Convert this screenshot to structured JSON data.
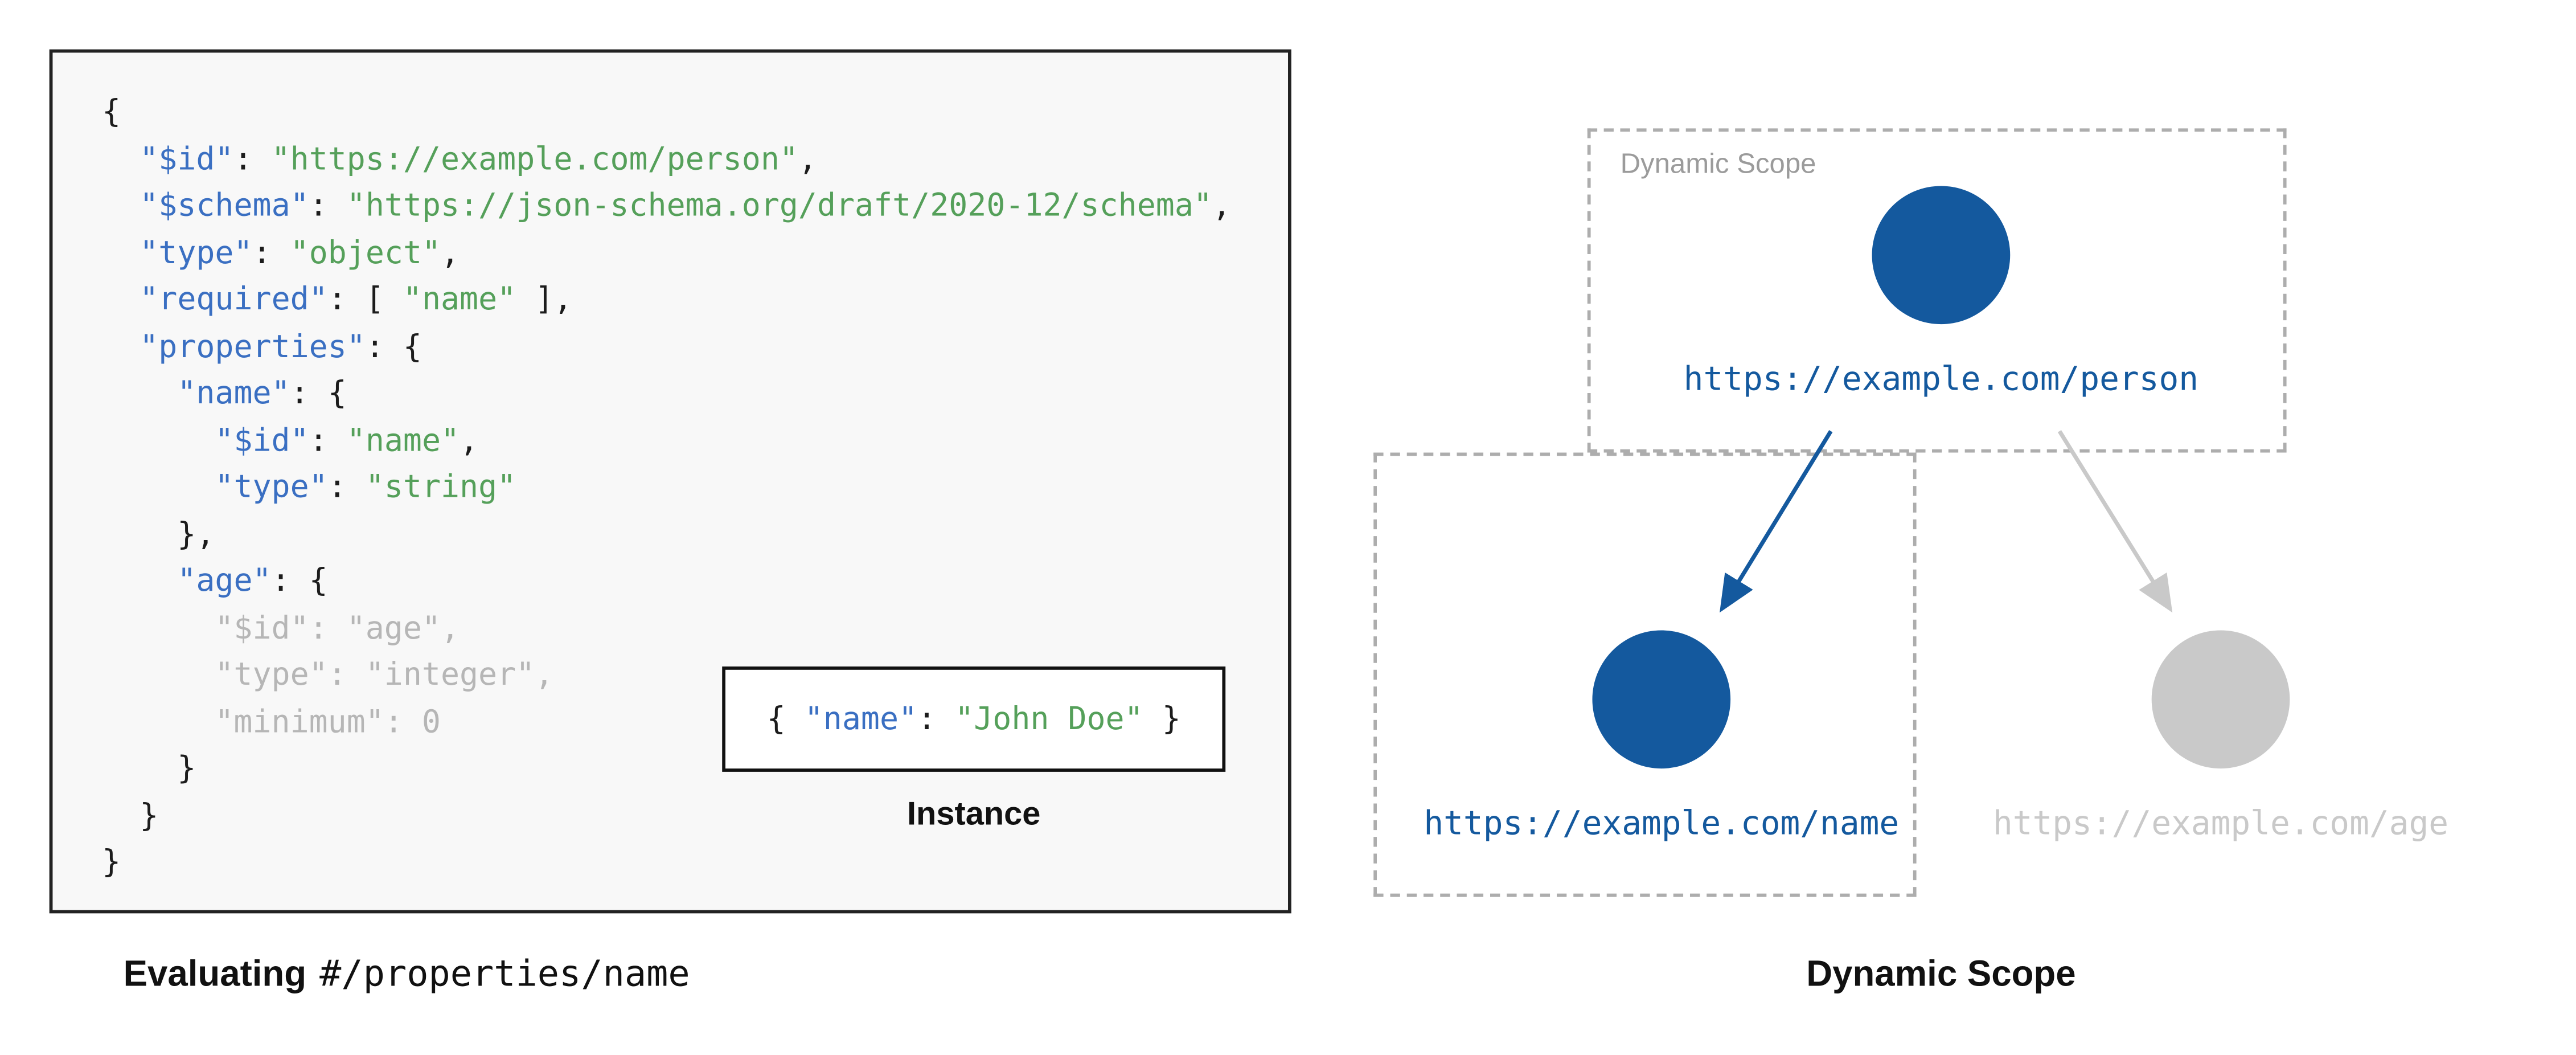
{
  "colors": {
    "node_blue": "#14599e",
    "node_gray": "#c9c9c9",
    "key_blue": "#3a6fc2",
    "string_green": "#55a05a",
    "punct_black": "#1c1c1c",
    "muted_gray": "#b6b6b6",
    "label_gray": "#9b9b9b",
    "dash_gray": "#adadad"
  },
  "schema_panel": {
    "code_lines": [
      [
        [
          "p",
          "{"
        ]
      ],
      [
        [
          "p",
          "  "
        ],
        [
          "k",
          "\"$id\""
        ],
        [
          "p",
          ": "
        ],
        [
          "s",
          "\"https://example.com/person\""
        ],
        [
          "p",
          ","
        ]
      ],
      [
        [
          "p",
          "  "
        ],
        [
          "k",
          "\"$schema\""
        ],
        [
          "p",
          ": "
        ],
        [
          "s",
          "\"https://json-schema.org/draft/2020-12/schema\""
        ],
        [
          "p",
          ","
        ]
      ],
      [
        [
          "p",
          "  "
        ],
        [
          "k",
          "\"type\""
        ],
        [
          "p",
          ": "
        ],
        [
          "s",
          "\"object\""
        ],
        [
          "p",
          ","
        ]
      ],
      [
        [
          "p",
          "  "
        ],
        [
          "k",
          "\"required\""
        ],
        [
          "p",
          ": [ "
        ],
        [
          "s",
          "\"name\""
        ],
        [
          "p",
          " ],"
        ]
      ],
      [
        [
          "p",
          "  "
        ],
        [
          "k",
          "\"properties\""
        ],
        [
          "p",
          ": {"
        ]
      ],
      [
        [
          "p",
          "    "
        ],
        [
          "k",
          "\"name\""
        ],
        [
          "p",
          ": {"
        ]
      ],
      [
        [
          "p",
          "      "
        ],
        [
          "k",
          "\"$id\""
        ],
        [
          "p",
          ": "
        ],
        [
          "s",
          "\"name\""
        ],
        [
          "p",
          ","
        ]
      ],
      [
        [
          "p",
          "      "
        ],
        [
          "k",
          "\"type\""
        ],
        [
          "p",
          ": "
        ],
        [
          "s",
          "\"string\""
        ]
      ],
      [
        [
          "p",
          "    },"
        ]
      ],
      [
        [
          "p",
          "    "
        ],
        [
          "k",
          "\"age\""
        ],
        [
          "p",
          ": {"
        ]
      ],
      [
        [
          "m",
          "      \"$id\": \"age\","
        ]
      ],
      [
        [
          "m",
          "      \"type\": \"integer\","
        ]
      ],
      [
        [
          "m",
          "      \"minimum\": 0"
        ]
      ],
      [
        [
          "p",
          "    }"
        ]
      ],
      [
        [
          "p",
          "  }"
        ]
      ],
      [
        [
          "p",
          "}"
        ]
      ]
    ],
    "instance": {
      "lines": [
        [
          [
            "p",
            "{ "
          ],
          [
            "k",
            "\"name\""
          ],
          [
            "p",
            ": "
          ],
          [
            "s",
            "\"John Doe\""
          ],
          [
            "p",
            " }"
          ]
        ]
      ],
      "label": "Instance"
    },
    "caption_bold": "Evaluating",
    "caption_mono": "#/properties/name"
  },
  "diagram": {
    "scope_label": "Dynamic Scope",
    "nodes": [
      {
        "id": "person",
        "label": "https://example.com/person",
        "state": "active"
      },
      {
        "id": "name",
        "label": "https://example.com/name",
        "state": "active"
      },
      {
        "id": "age",
        "label": "https://example.com/age",
        "state": "inactive"
      }
    ],
    "caption": "Dynamic Scope"
  }
}
